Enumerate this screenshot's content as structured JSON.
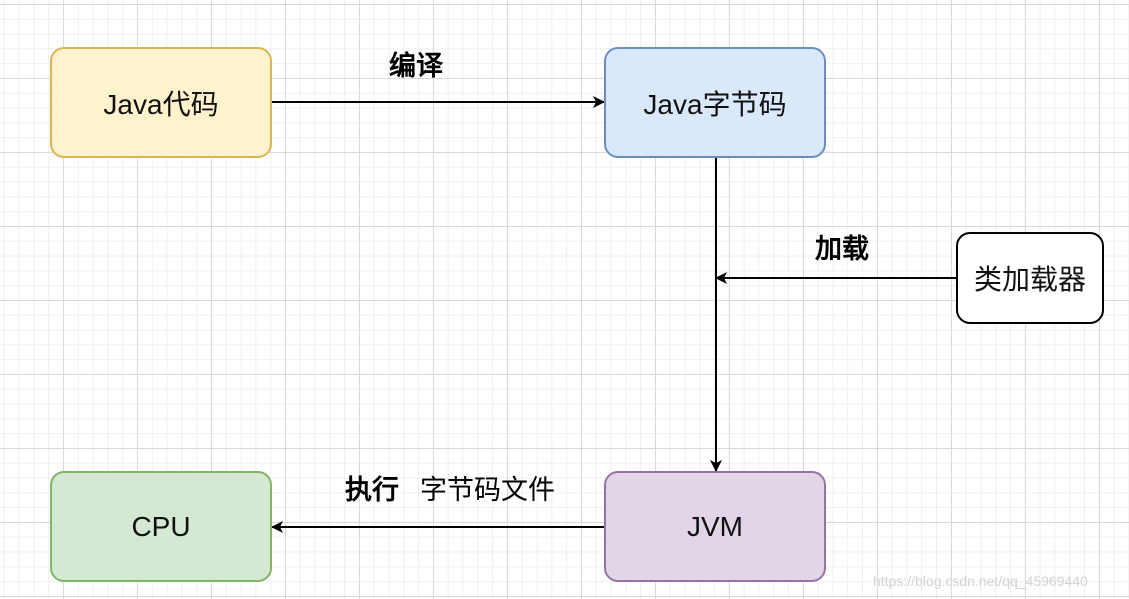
{
  "nodes": {
    "java_code": {
      "label": "Java代码",
      "fill": "#fff2cc",
      "stroke": "#d6b656"
    },
    "bytecode": {
      "label": "Java字节码",
      "fill": "#dae8fc",
      "stroke": "#6c8ebf"
    },
    "classloader": {
      "label": "类加载器",
      "fill": "#ffffff",
      "stroke": "#000000"
    },
    "jvm": {
      "label": "JVM",
      "fill": "#e1d5e7",
      "stroke": "#9673a6"
    },
    "cpu": {
      "label": "CPU",
      "fill": "#d5e8d4",
      "stroke": "#82b366"
    }
  },
  "edges": {
    "compile": {
      "label": "编译",
      "from": "Java代码",
      "to": "Java字节码"
    },
    "load": {
      "label": "加载",
      "from": "类加载器",
      "to": "Java字节码→JVM"
    },
    "execute": {
      "label": "执行",
      "extra": "字节码文件",
      "from": "JVM",
      "to": "CPU"
    }
  },
  "watermark": "https://blog.csdn.net/qq_45969440"
}
